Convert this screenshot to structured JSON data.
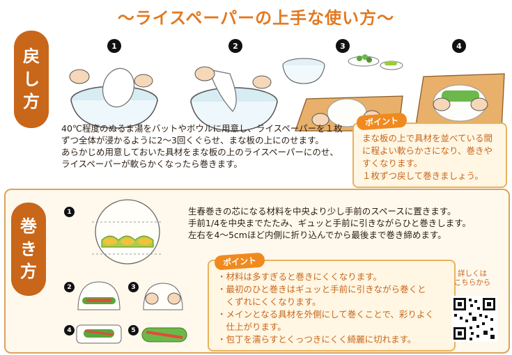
{
  "title": "～ライスペーパーの上手な使い方～",
  "section1": {
    "label": [
      "戻",
      "し",
      "方"
    ],
    "steps": [
      "1",
      "2",
      "3",
      "4"
    ],
    "instructions": "40℃程度のぬるま湯をバットやボウルに用意し、ライスペーパーを１枚ずつ全体が浸かるように2～3回くぐらせ、まな板の上にのせます。\nあらかじめ用意しておいた具材をまな板の上のライスペーパーにのせ、ライスペーパーが軟らかくなったら巻きます。",
    "point": {
      "badge": "ポイント",
      "text": "まな板の上で具材を並べている間に程よい軟らかさになり、巻きやすくなります。\n１枚ずつ戻して巻きましょう。"
    }
  },
  "section2": {
    "label": [
      "巻",
      "き",
      "方"
    ],
    "steps": [
      "1",
      "2",
      "3",
      "4",
      "5"
    ],
    "instructions": "生春巻きの芯になる材料を中央より少し手前のスペースに置きます。\n手前1/4を中央までたたみ、ギュッと手前に引きながらひと巻きします。\n左右を4～5cmほど内側に折り込んでから最後まで巻き締めます。",
    "point": {
      "badge": "ポイント",
      "items": [
        "・材料は多すぎると巻きにくくなります。",
        "・最初のひと巻きはギュッと手前に引きながら巻くと\n　くずれにくくなります。",
        "・メインとなる具材を外側にして巻くことで、彩りよく\n　仕上がります。",
        "・包丁を濡らすとくっつきにくく綺麗に切れます。"
      ]
    },
    "qr_caption": "詳しくは\nこちらから"
  },
  "colors": {
    "accent": "#e2791f",
    "label_bg": "#c8661a",
    "point_border": "#e8b25c",
    "point_bg": "#fff6e3"
  }
}
